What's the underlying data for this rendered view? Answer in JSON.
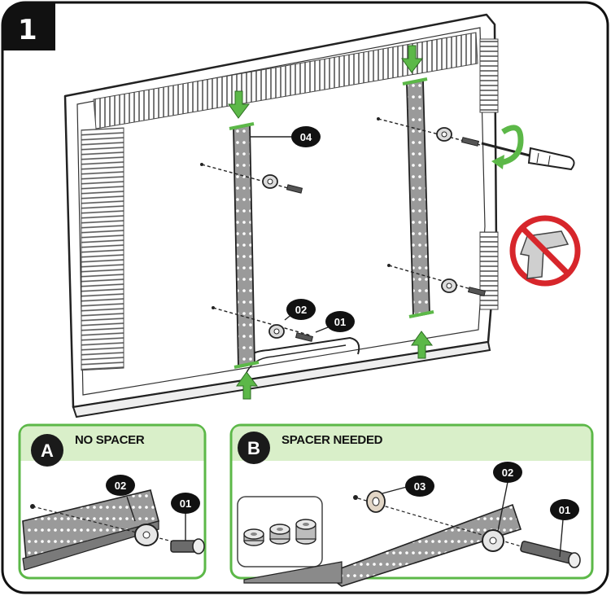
{
  "step": {
    "number": "1"
  },
  "callouts": {
    "part_04": "04",
    "part_02": "02",
    "part_01": "01"
  },
  "panel_a": {
    "letter": "A",
    "title": "NO SPACER",
    "callout_02": "02",
    "callout_01": "01"
  },
  "panel_b": {
    "letter": "B",
    "title": "SPACER NEEDED",
    "callout_03": "03",
    "callout_02": "02",
    "callout_01": "01"
  },
  "colors": {
    "accent_green": "#5cb848",
    "panel_header": "#d9efc9",
    "outline": "#111111",
    "prohibit_red": "#d7262b",
    "bracket_gray": "#9a9a9a"
  },
  "icons": [
    "step-badge-icon",
    "down-arrow-icon",
    "up-arrow-icon",
    "rotate-arrow-icon",
    "screwdriver-icon",
    "no-power-drill-icon"
  ]
}
